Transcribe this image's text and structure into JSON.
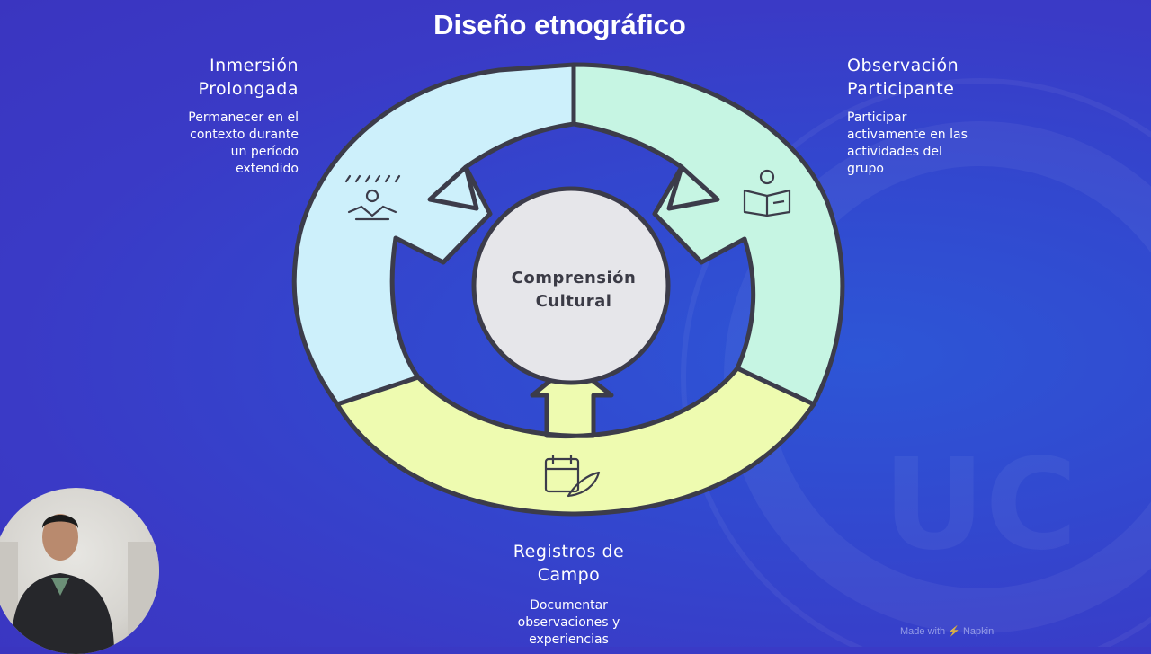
{
  "title": "Diseño etnográfico",
  "center": {
    "line1": "Comprensión",
    "line2": "Cultural"
  },
  "segments": [
    {
      "id": "inmersion",
      "head1": "Inmersión",
      "head2": "Prolongada",
      "desc": [
        "Permanecer en el",
        "contexto durante",
        "un período",
        "extendido"
      ],
      "color": "#cdf0fb",
      "icon": "meditation-icon"
    },
    {
      "id": "observacion",
      "head1": "Observación",
      "head2": "Participante",
      "desc": [
        "Participar",
        "activamente en las",
        "actividades del",
        "grupo"
      ],
      "color": "#c6f5e3",
      "icon": "reading-person-icon"
    },
    {
      "id": "registros",
      "head1": "Registros de",
      "head2": "Campo",
      "desc": [
        "Documentar",
        "observaciones y",
        "experiencias"
      ],
      "color": "#eefbb0",
      "icon": "calendar-quill-icon"
    }
  ],
  "watermark": "Made with ⚡ Napkin",
  "colors": {
    "background": "#3a3ac6",
    "outline": "#3c3c4a",
    "center_fill": "#e6e6ea"
  }
}
